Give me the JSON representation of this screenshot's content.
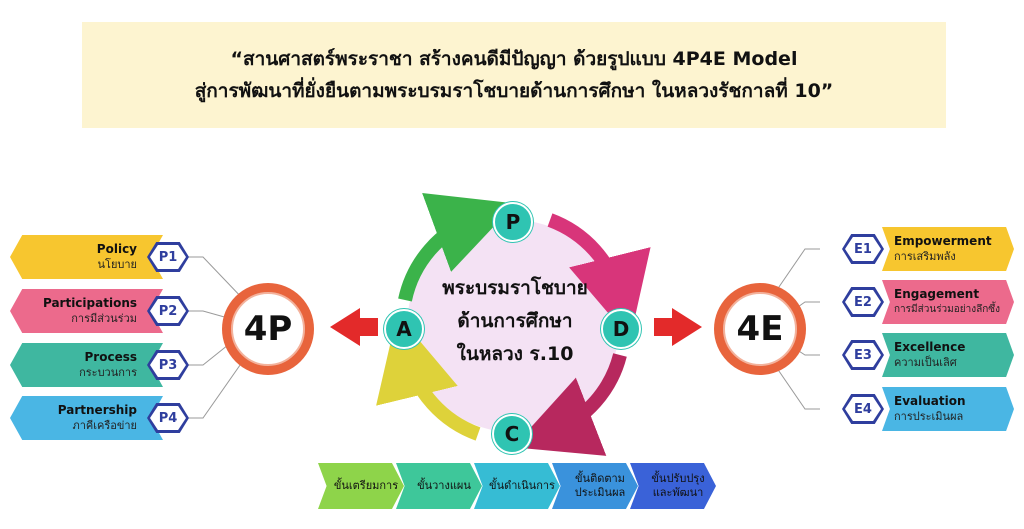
{
  "banner": {
    "line1": "“สานศาสตร์พระราชา สร้างคนดีมีปัญญา ด้วยรูปแบบ 4P4E Model",
    "line2": "สู่การพัฒนาที่ยั่งยืนตามพระบรมราโชบายด้านการศึกษา ในหลวงรัชกาลที่ 10”"
  },
  "center": {
    "line1": "พระบรมราโชบาย",
    "line2": "ด้านการศึกษา",
    "line3": "ในหลวง ร.10"
  },
  "cycle_nodes": {
    "top": "P",
    "right": "D",
    "bottom": "C",
    "left": "A"
  },
  "hub_4p": "4P",
  "hub_4e": "4E",
  "left_items": [
    {
      "code": "P1",
      "en": "Policy",
      "th": "นโยบาย",
      "color": "#f7c62f"
    },
    {
      "code": "P2",
      "en": "Participations",
      "th": "การมีส่วนร่วม",
      "color": "#ec6a8c"
    },
    {
      "code": "P3",
      "en": "Process",
      "th": "กระบวนการ",
      "color": "#3fb7a0"
    },
    {
      "code": "P4",
      "en": "Partnership",
      "th": "ภาคีเครือข่าย",
      "color": "#4ab6e4"
    }
  ],
  "right_items": [
    {
      "code": "E1",
      "en": "Empowerment",
      "th": "การเสริมพลัง",
      "color": "#f7c62f"
    },
    {
      "code": "E2",
      "en": "Engagement",
      "th": "การมีส่วนร่วมอย่างลึกซึ้ง",
      "color": "#ec6a8c"
    },
    {
      "code": "E3",
      "en": "Excellence",
      "th": "ความเป็นเลิศ",
      "color": "#3fb7a0"
    },
    {
      "code": "E4",
      "en": "Evaluation",
      "th": "การประเมินผล",
      "color": "#4ab6e4"
    }
  ],
  "steps": [
    {
      "label": "ขั้นเตรียมการ",
      "color": "#8ed44a"
    },
    {
      "label": "ขั้นวางแผน",
      "color": "#3ec79a"
    },
    {
      "label": "ขั้นดำเนินการ",
      "color": "#36bcd4"
    },
    {
      "label": "ขั้นติดตาม\nประเมินผล",
      "color": "#3a92dc"
    },
    {
      "label": "ขั้นปรับปรุง\nและพัฒนา",
      "color": "#3a62d8"
    }
  ],
  "colors": {
    "arrow_green": "#3bb34a",
    "arrow_magenta": "#d8357a",
    "arrow_crimson": "#b7285e",
    "arrow_yellow": "#ded23a",
    "arrow_red": "#e32a2a",
    "cycle_fill": "#f4e2f4",
    "node_teal": "#2fc4b2"
  }
}
